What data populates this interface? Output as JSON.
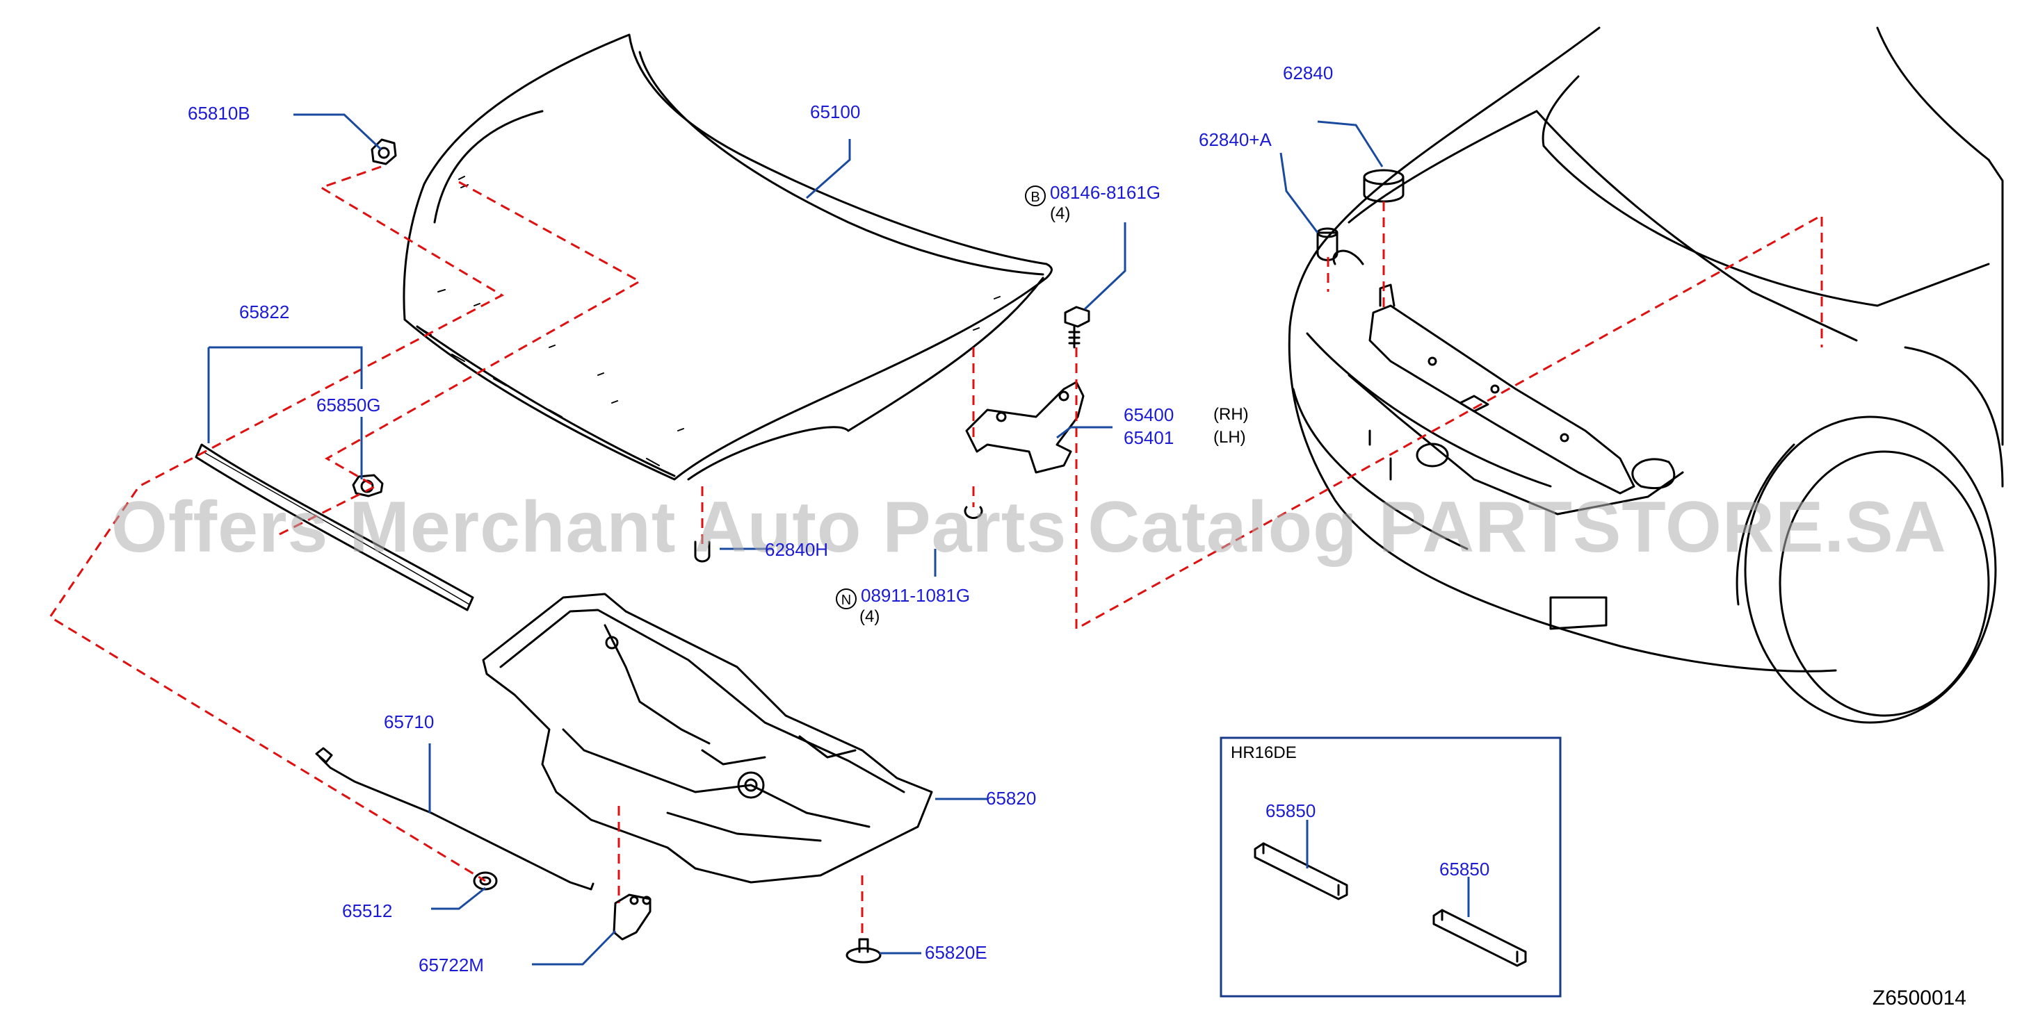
{
  "watermark": "Offers Merchant Auto Parts Catalog PARTSTORE.SA",
  "reference_code": "Z6500014",
  "inset_title": "HR16DE",
  "colors": {
    "callout": "#1b1bd6",
    "leader": "#1a4aa0",
    "dashed": "#e01010",
    "outline": "#000000"
  },
  "parts": {
    "p65810B": "65810B",
    "p65100": "65100",
    "p65822": "65822",
    "p65850G": "65850G",
    "p65840": "62840",
    "p62840A": "62840+A",
    "p08146": "08146-8161G",
    "p08146_qty": "(4)",
    "p08146_prefix": "B",
    "p65400": "65400",
    "p65401": "65401",
    "rh": "(RH)",
    "lh": "(LH)",
    "p62840H": "62840H",
    "p08911": "08911-1081G",
    "p08911_qty": "(4)",
    "p08911_prefix": "N",
    "p65710": "65710",
    "p65820": "65820",
    "p65512": "65512",
    "p65722M": "65722M",
    "p65820E": "65820E",
    "p65850a": "65850",
    "p65850b": "65850"
  }
}
